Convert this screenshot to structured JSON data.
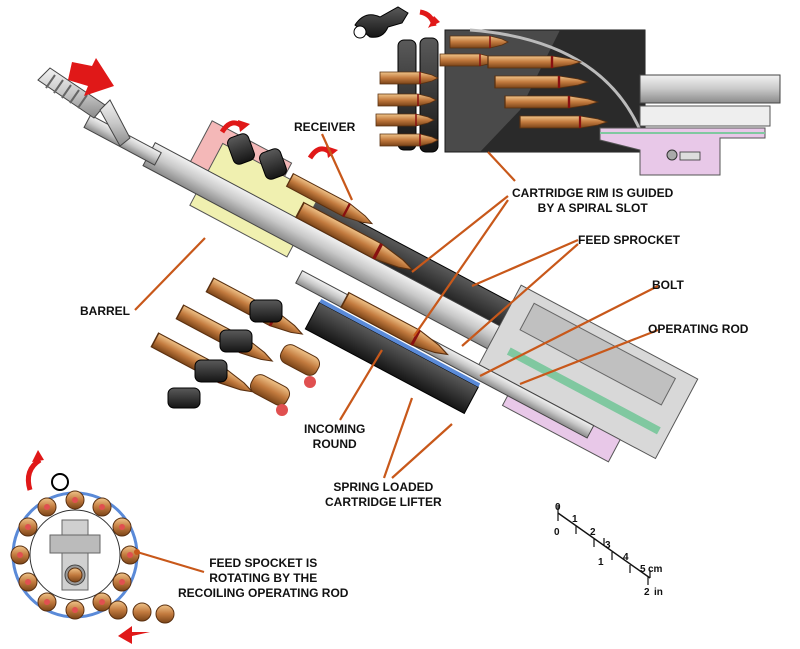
{
  "labels": {
    "receiver": "RECEIVER",
    "barrel": "BARREL",
    "cartridge_rim_1": "CARTRIDGE RIM IS GUIDED",
    "cartridge_rim_2": "BY A SPIRAL SLOT",
    "feed_sprocket": "FEED SPROCKET",
    "bolt": "BOLT",
    "operating_rod": "OPERATING ROD",
    "incoming_1": "INCOMING",
    "incoming_2": "ROUND",
    "lifter_1": "SPRING LOADED",
    "lifter_2": "CARTRIDGE LIFTER",
    "spocket_1": "FEED SPOCKET IS",
    "spocket_2": "ROTATING BY THE",
    "spocket_3": "RECOILING OPERATING ROD"
  },
  "scale": {
    "cm_ticks": [
      "0",
      "1",
      "2",
      "3",
      "4",
      "5"
    ],
    "cm_unit": "cm",
    "in_ticks": [
      "0",
      "1",
      "2"
    ],
    "in_unit": "in"
  },
  "colors": {
    "leader": "#c8581a",
    "arrow_red": "#e01818",
    "brass": "#b8743c",
    "metal_light": "#d4d4d4",
    "metal_dark": "#2a2a2a"
  }
}
